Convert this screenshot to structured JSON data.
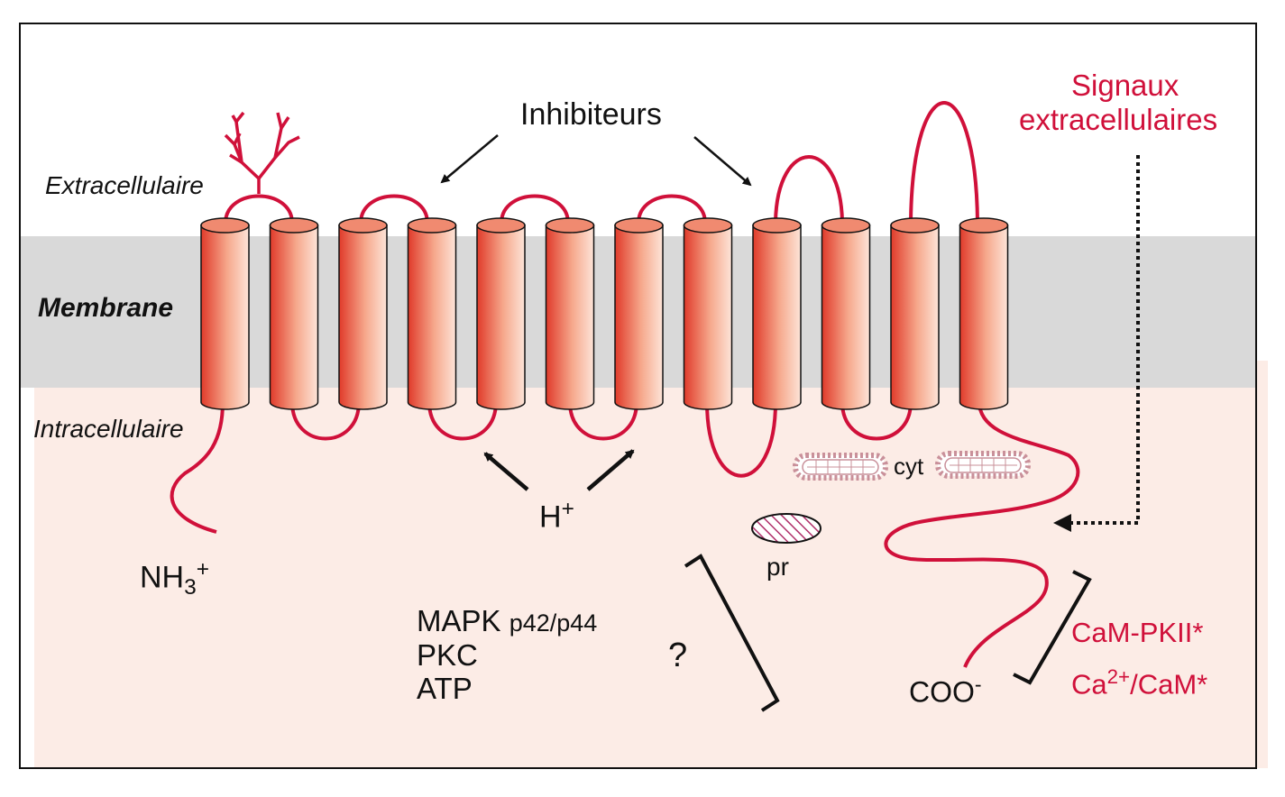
{
  "labels": {
    "inhibitors": "Inhibiteurs",
    "extracellular": "Extracellulaire",
    "membrane": "Membrane",
    "intracellular": "Intracellulaire",
    "signals_line1": "Signaux",
    "signals_line2": "extracellulaires",
    "h_base": "H",
    "h_sup": "+",
    "nh3_base": "NH",
    "nh3_sub": "3",
    "nh3_sup": "+",
    "coo_base": "COO",
    "coo_sup": "-",
    "cyt": "cyt",
    "pr": "pr",
    "mapk": "MAPK",
    "mapk_sub": "p42/p44",
    "pkc": "PKC",
    "atp": "ATP",
    "question": "?",
    "campkii": "CaM-PKII*",
    "ca_base": "Ca",
    "ca_sup": "2+",
    "ca_rest": "/CaM*"
  },
  "colors": {
    "accent": "#d0103a",
    "membrane_band": "#d9d9d9",
    "cytoplasm": "#fcece6",
    "helix_dark": "#e03a2a",
    "helix_light": "#fde4d8",
    "cyt_particle": "#c9909a"
  },
  "helix_count": 12
}
